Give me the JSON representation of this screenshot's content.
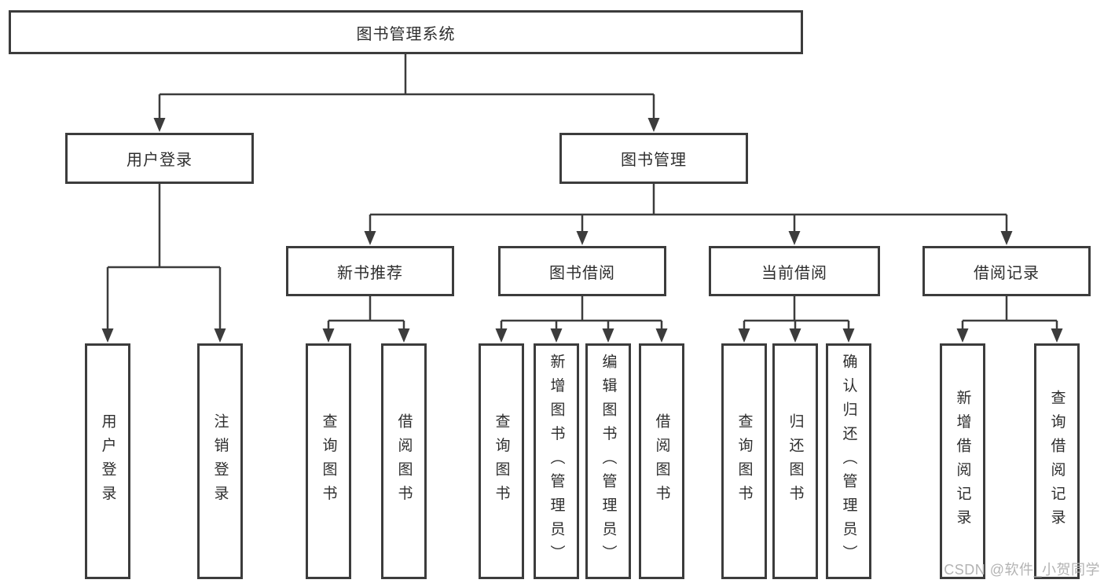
{
  "nodes": {
    "root": "图书管理系统",
    "level2": [
      "用户登录",
      "图书管理"
    ],
    "level3": [
      "新书推荐",
      "图书借阅",
      "当前借阅",
      "借阅记录"
    ],
    "leaves": [
      "用户登录",
      "注销登录",
      "查询图书",
      "借阅图书",
      "查询图书",
      "新增图书（管理员）",
      "编辑图书（管理员）",
      "借阅图书",
      "查询图书",
      "归还图书",
      "确认归还（管理员）",
      "新增借阅记录",
      "查询借阅记录"
    ]
  },
  "watermark": {
    "text": "CSDN @软件_小贺同学"
  },
  "colors": {
    "line": "#3c3c3c",
    "node_border": "#3c3c3c",
    "text": "#2e2e2e",
    "watermark": "#b3b3b3",
    "background": "#ffffff"
  }
}
